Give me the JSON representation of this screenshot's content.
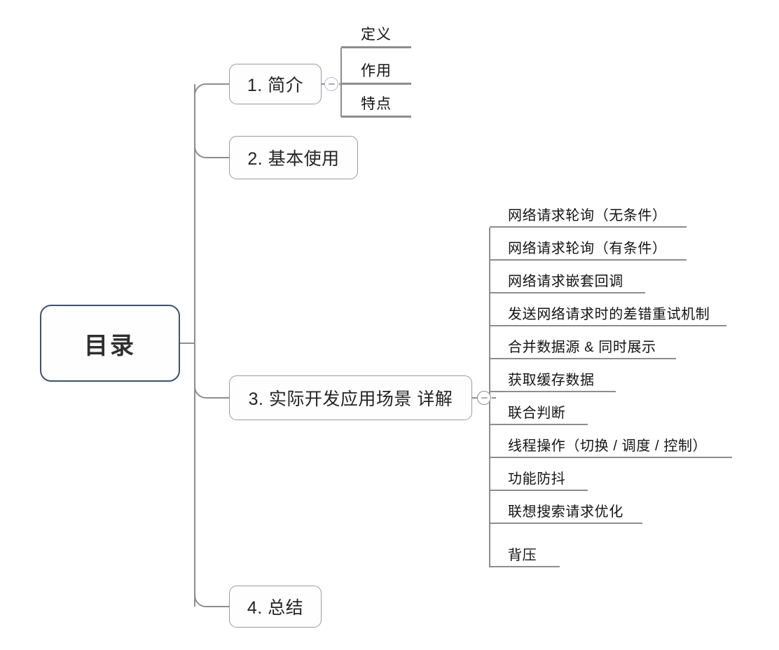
{
  "mindmap": {
    "root": {
      "label": "目录",
      "border_color": "#3d5272"
    },
    "branches": [
      {
        "label": "1. 简介",
        "toggle": "collapse-toggle-minus",
        "children": [
          "定义",
          "作用",
          "特点"
        ]
      },
      {
        "label": "2. 基本使用",
        "children": []
      },
      {
        "label": "3. 实际开发应用场景 详解",
        "toggle": "collapse-toggle-minus",
        "children": [
          "网络请求轮询（无条件）",
          "网络请求轮询（有条件）",
          "网络请求嵌套回调",
          "发送网络请求时的差错重试机制",
          "合并数据源 & 同时展示",
          "获取缓存数据",
          "联合判断",
          "线程操作（切换 / 调度 / 控制）",
          "功能防抖",
          "联想搜索请求优化",
          "背压"
        ]
      },
      {
        "label": "4. 总结",
        "children": []
      }
    ],
    "colors": {
      "edge": "#8d8d8d",
      "node_border": "#9a9a9a",
      "root_border": "#3d5272",
      "text": "#141414",
      "toggle_ring_lavender": "#b9b9d6",
      "toggle_ring_gray": "#8f8f8f"
    }
  }
}
